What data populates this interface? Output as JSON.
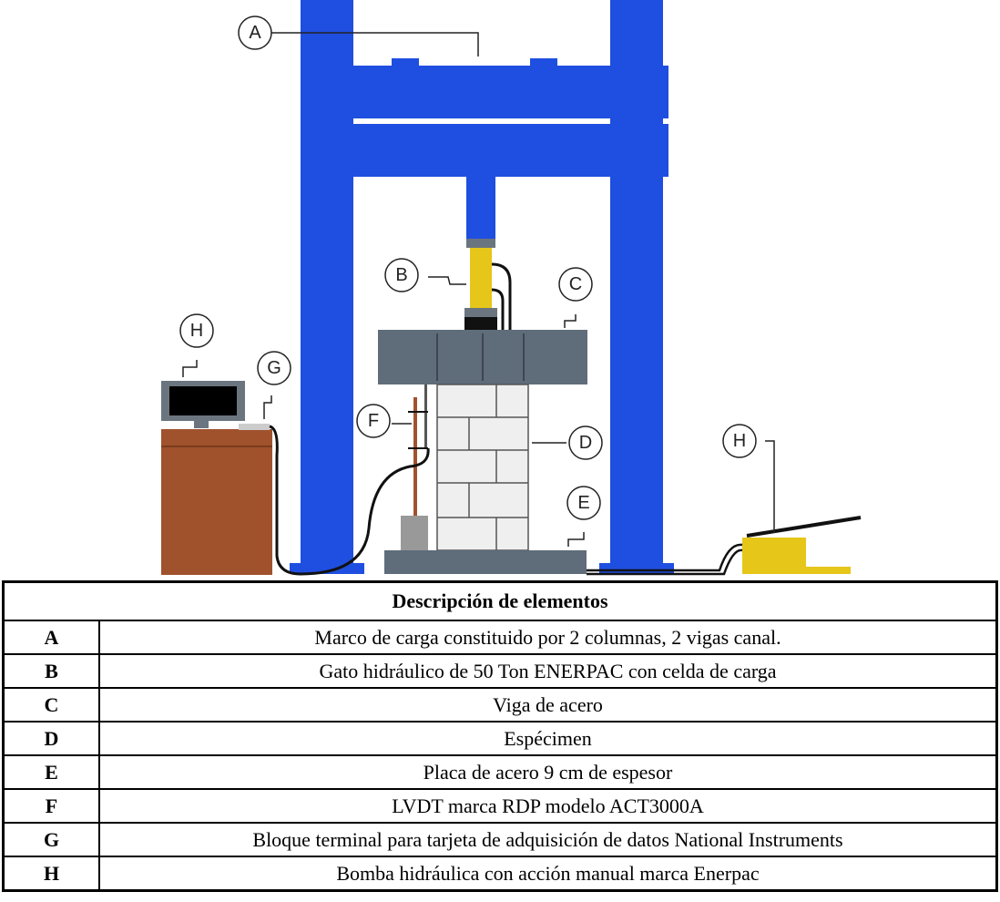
{
  "diagram": {
    "callouts": [
      "A",
      "B",
      "C",
      "D",
      "E",
      "F",
      "G",
      "H",
      "H"
    ],
    "colors": {
      "frame": "#1f4fe0",
      "beam": "#5f6c7a",
      "desk": "#a0522d",
      "jack": "#e6c619",
      "specimen": "#efefef"
    }
  },
  "table": {
    "title": "Descripción de elementos",
    "rows": [
      {
        "key": "A",
        "desc": "Marco de carga constituido por 2 columnas, 2 vigas canal."
      },
      {
        "key": "B",
        "desc": "Gato hidráulico de 50 Ton ENERPAC con celda de carga"
      },
      {
        "key": "C",
        "desc": "Viga de acero"
      },
      {
        "key": "D",
        "desc": "Espécimen"
      },
      {
        "key": "E",
        "desc": "Placa de acero 9 cm de espesor"
      },
      {
        "key": "F",
        "desc": "LVDT marca RDP modelo ACT3000A"
      },
      {
        "key": "G",
        "desc": "Bloque terminal para tarjeta de adquisición de datos National Instruments"
      },
      {
        "key": "H",
        "desc": "Bomba hidráulica con acción manual marca Enerpac"
      }
    ]
  }
}
